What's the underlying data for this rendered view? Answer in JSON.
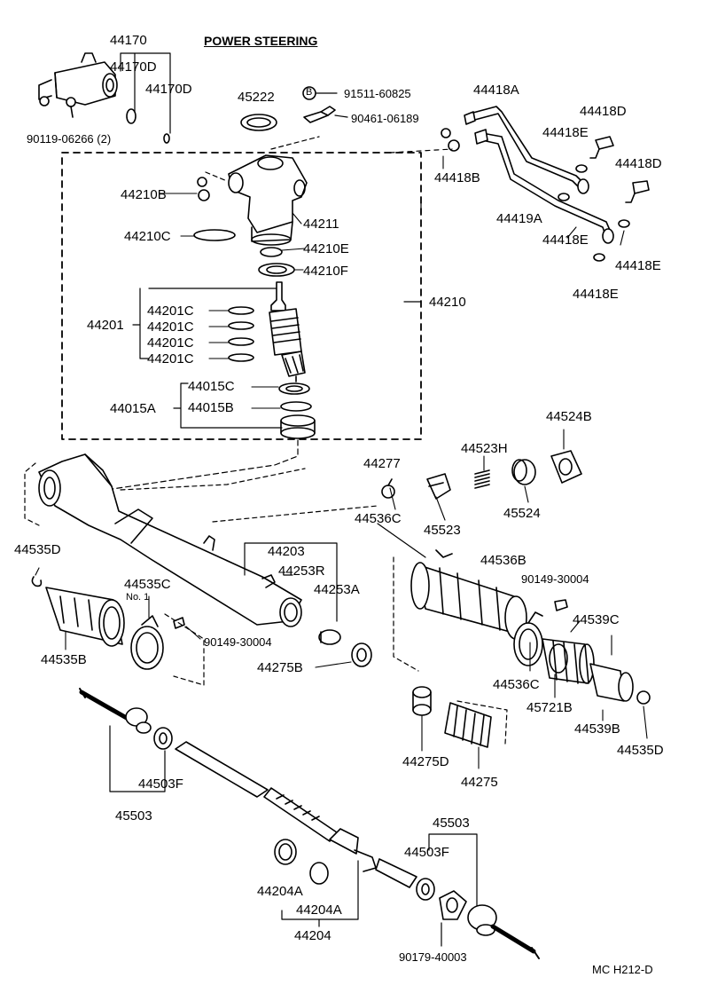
{
  "title": "POWER STEERING",
  "diagram_code": "MC H212-D",
  "bolt_symbol": "B",
  "parts": {
    "p44170": "44170",
    "p44170d_1": "44170D",
    "p44170d_2": "44170D",
    "p90119": "90119-06266 (2)",
    "p45222": "45222",
    "p91511": "91511-60825",
    "p90461": "90461-06189",
    "p44210b": "44210B",
    "p44211": "44211",
    "p44210c": "44210C",
    "p44210e": "44210E",
    "p44210f": "44210F",
    "p44210": "44210",
    "p44201": "44201",
    "p44201c_1": "44201C",
    "p44201c_2": "44201C",
    "p44201c_3": "44201C",
    "p44201c_4": "44201C",
    "p44015a": "44015A",
    "p44015c": "44015C",
    "p44015b": "44015B",
    "p44418a": "44418A",
    "p44418d_1": "44418D",
    "p44418e_1": "44418E",
    "p44418d_2": "44418D",
    "p44418b": "44418B",
    "p44419a": "44419A",
    "p44418e_2": "44418E",
    "p44418e_3": "44418E",
    "p44418e_4": "44418E",
    "p44524b": "44524B",
    "p44523h": "44523H",
    "p44277": "44277",
    "p44536c_1": "44536C",
    "p45523": "45523",
    "p45524": "45524",
    "p44203": "44203",
    "p44253r": "44253R",
    "p44253a": "44253A",
    "p44275b": "44275B",
    "p44535d_1": "44535D",
    "p44535c": "44535C",
    "p_no1": "No. 1",
    "p90149_1": "90149-30004",
    "p44535b": "44535B",
    "p44536b": "44536B",
    "p90149_2": "90149-30004",
    "p44539c": "44539C",
    "p44536c_2": "44536C",
    "p45721b": "45721B",
    "p44539b": "44539B",
    "p44535d_2": "44535D",
    "p44275d": "44275D",
    "p44275": "44275",
    "p44503f_1": "44503F",
    "p45503_1": "45503",
    "p45503_2": "45503",
    "p44503f_2": "44503F",
    "p44204a_1": "44204A",
    "p44204a_2": "44204A",
    "p44204": "44204",
    "p90179": "90179-40003"
  },
  "icons": [
    "bolt-circle-symbol",
    "steering-gear-housing",
    "rack-bar",
    "tie-rod-end",
    "dust-boot"
  ]
}
